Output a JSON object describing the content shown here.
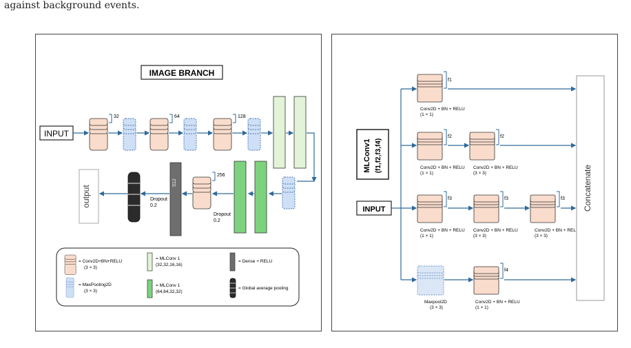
{
  "caption": "against background events.",
  "left_panel": {
    "title": "IMAGE BRANCH",
    "input_label": "INPUT",
    "output_label": "output",
    "filters": [
      "32",
      "64",
      "128",
      "256"
    ],
    "dense_units": "512",
    "dropout_1": "Dropout",
    "dropout_1_rate": "0.2",
    "dropout_2": "Dropout",
    "dropout_2_rate": "0.2",
    "legend": {
      "conv_label": "= Conv2D+BN+RELU",
      "conv_size": "(3 × 3)",
      "pool_label": "= MaxPooling2D",
      "pool_size": "(3 × 3)",
      "mlconv_a_label": "= MLConv 1",
      "mlconv_a_params": "(32,32,16,16)",
      "mlconv_b_label": "= MLConv 1",
      "mlconv_b_params": "(64,64,32,32)",
      "dense_label": "= Dense + RELU",
      "gap_label": "= Global average pooling"
    }
  },
  "right_panel": {
    "title_line1": "MLConv1",
    "title_line2": "(f1,f2,f3,f4)",
    "input_label": "INPUT",
    "concat_label": "Concatenate",
    "f1": "f1",
    "f2": "f2",
    "f3": "f3",
    "f4": "f4",
    "conv_label": "Conv2D + BN + RELU",
    "size_1x1": "(1 × 1)",
    "size_3x3": "(3 × 3)",
    "maxpool_label": "Maxpool2D"
  },
  "colors": {
    "conv_fill": "#f9dccb",
    "pool_fill": "#cfe0f6",
    "pool_stroke": "#3f6fb5",
    "mlconv_a_fill": "#e2f3d8",
    "mlconv_b_fill": "#7dd37d",
    "dense_fill": "#6e6e6e",
    "gap_fill": "#2b2b2b",
    "arrow": "#2f6a9b"
  }
}
